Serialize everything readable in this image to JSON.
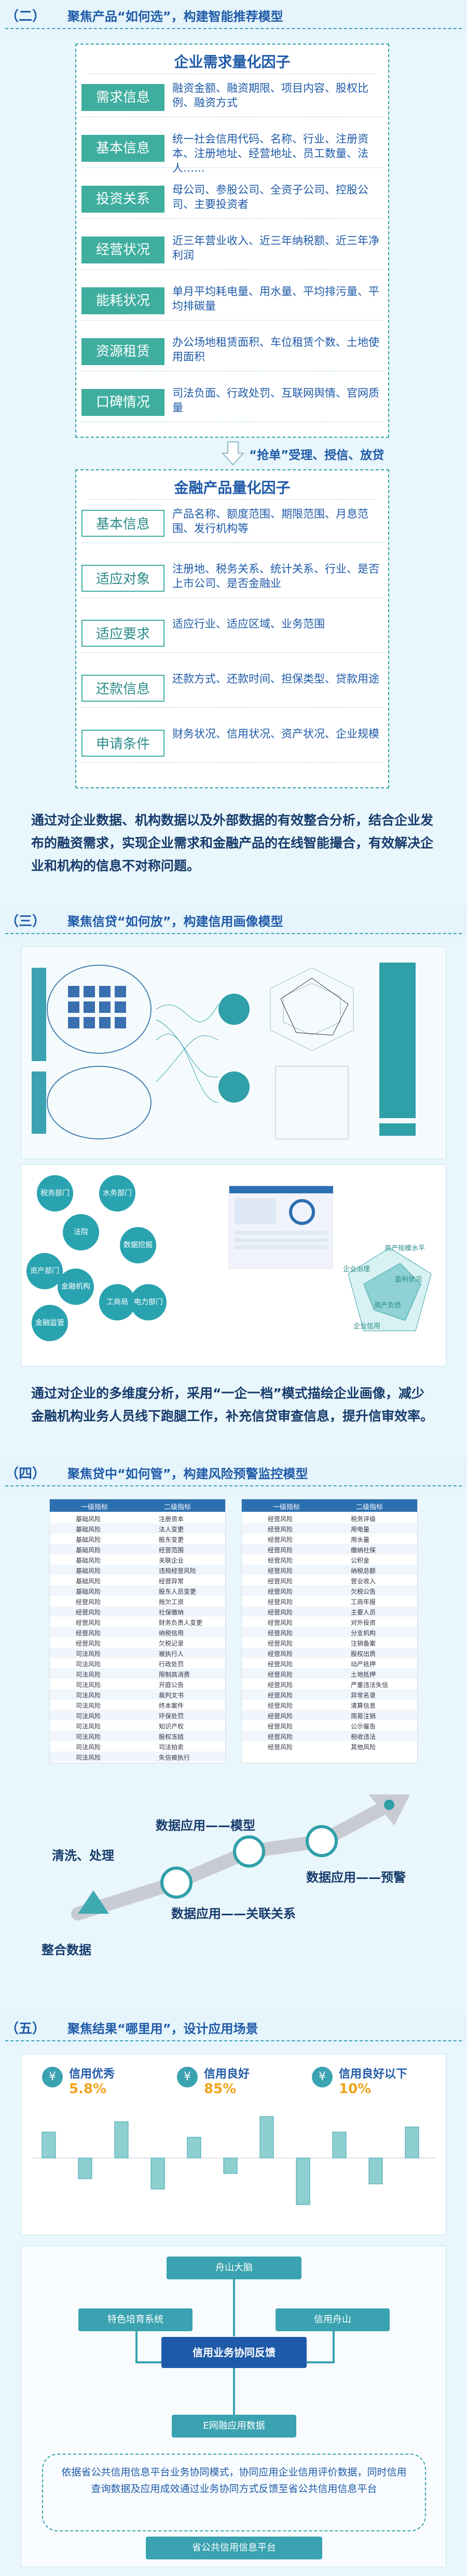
{
  "section2": {
    "number": "（二）",
    "title": "聚焦产品“如何选”，构建智能推荐模型",
    "enterprise_panel": {
      "title": "企业需求量化因子",
      "rows": [
        {
          "tag": "需求信息",
          "desc": "融资金额、融资期限、项目内容、股权比例、融资方式"
        },
        {
          "tag": "基本信息",
          "desc": "统一社会信用代码、名称、行业、注册资本、注册地址、经营地址、员工数量、法人……"
        },
        {
          "tag": "投资关系",
          "desc": "母公司、参股公司、全资子公司、控股公司、主要投资者"
        },
        {
          "tag": "经营状况",
          "desc": "近三年营业收入、近三年纳税额、近三年净利润"
        },
        {
          "tag": "能耗状况",
          "desc": "单月平均耗电量、用水量、平均排污量、平均排碳量"
        },
        {
          "tag": "资源租赁",
          "desc": "办公场地租赁面积、车位租赁个数、土地使用面积"
        },
        {
          "tag": "口碑情况",
          "desc": "司法负面、行政处罚、互联网舆情、官网质量"
        }
      ]
    },
    "arrow_label": "“抢单”受理、授信、放贷",
    "finance_panel": {
      "title": "金融产品量化因子",
      "rows": [
        {
          "tag": "基本信息",
          "desc": "产品名称、额度范围、期限范围、月息范围、发行机构等"
        },
        {
          "tag": "适应对象",
          "desc": "注册地、税务关系、统计关系、行业、是否上市公司、是否金融业"
        },
        {
          "tag": "适应要求",
          "desc": "适应行业、适应区域、业务范围"
        },
        {
          "tag": "还款信息",
          "desc": "还款方式、还款时间、担保类型、贷款用途"
        },
        {
          "tag": "申请条件",
          "desc": "财务状况、信用状况、资产状况、企业规模"
        }
      ]
    },
    "paragraph": "通过对企业数据、机构数据以及外部数据的有效整合分析，结合企业发布的融资需求，实现企业需求和金融产品的在线智能撮合，有效解决企业和机构的信息不对称问题。"
  },
  "section3": {
    "number": "（三）",
    "title": "聚焦信贷“如何放”，构建信用画像模型",
    "nodes": [
      "税务部门",
      "水务部门",
      "法院",
      "数据挖掘",
      "资产部门",
      "金融机构",
      "工商局",
      "金融监管",
      "电力部门"
    ],
    "radar_labels": [
      "资产规模水平",
      "盈利状况",
      "资产负债",
      "企业治理",
      "企业信用"
    ],
    "paragraph": "通过对企业的多维度分析，采用“一企一档”模式描绘企业画像，减少金融机构业务人员线下跑腿工作，补充信贷审查信息，提升信审效率。"
  },
  "section4": {
    "number": "（四）",
    "title": "聚焦贷中“如何管”，构建风险预警监控模型",
    "left_table": {
      "headers": [
        "一级指标",
        "二级指标"
      ],
      "rows": [
        [
          "基础风险",
          "注册资本"
        ],
        [
          "基础风险",
          "法人变更"
        ],
        [
          "基础风险",
          "股东变更"
        ],
        [
          "基础风险",
          "经营范围"
        ],
        [
          "基础风险",
          "关联企业"
        ],
        [
          "基础风险",
          "违规经营风险"
        ],
        [
          "基础风险",
          "经营异常"
        ],
        [
          "基础风险",
          "股东人员变更"
        ],
        [
          "经营风险",
          "拖欠工资"
        ],
        [
          "经营风险",
          "社保缴纳"
        ],
        [
          "经营风险",
          "财务负责人变更"
        ],
        [
          "经营风险",
          "纳税信用"
        ],
        [
          "经营风险",
          "欠税记录"
        ],
        [
          "司法风险",
          "被执行人"
        ],
        [
          "司法风险",
          "行政处罚"
        ],
        [
          "司法风险",
          "限制高消费"
        ],
        [
          "司法风险",
          "开庭公告"
        ],
        [
          "司法风险",
          "裁判文书"
        ],
        [
          "司法风险",
          "终本案件"
        ],
        [
          "司法风险",
          "环保处罚"
        ],
        [
          "司法风险",
          "知识产权"
        ],
        [
          "司法风险",
          "股权冻结"
        ],
        [
          "司法风险",
          "司法拍卖"
        ],
        [
          "司法风险",
          "失信被执行"
        ]
      ]
    },
    "right_table": {
      "headers": [
        "一级指标",
        "二级指标"
      ],
      "rows": [
        [
          "经营风险",
          "税务评级"
        ],
        [
          "经营风险",
          "用电量"
        ],
        [
          "经营风险",
          "用水量"
        ],
        [
          "经营风险",
          "缴纳社保"
        ],
        [
          "经营风险",
          "公积金"
        ],
        [
          "经营风险",
          "纳税总额"
        ],
        [
          "经营风险",
          "营业收入"
        ],
        [
          "经营风险",
          "欠税公告"
        ],
        [
          "经营风险",
          "工商年报"
        ],
        [
          "经营风险",
          "主要人员"
        ],
        [
          "经营风险",
          "对外投资"
        ],
        [
          "经营风险",
          "分支机构"
        ],
        [
          "经营风险",
          "注销备案"
        ],
        [
          "经营风险",
          "股权出质"
        ],
        [
          "经营风险",
          "动产抵押"
        ],
        [
          "经营风险",
          "土地抵押"
        ],
        [
          "经营风险",
          "严重违法失信"
        ],
        [
          "经营风险",
          "异常名录"
        ],
        [
          "经营风险",
          "清算信息"
        ],
        [
          "经营风险",
          "简易注销"
        ],
        [
          "经营风险",
          "公示催告"
        ],
        [
          "经营风险",
          "税收违法"
        ],
        [
          "经营风险",
          "其他风险"
        ]
      ]
    },
    "flow": {
      "step1": "整合数据",
      "step2": "清洗、处理",
      "step3": "数据应用——关联关系",
      "step4": "数据应用——模型",
      "step5": "数据应用——预警"
    }
  },
  "section5": {
    "number": "（五）",
    "title": "聚焦结果“哪里用”，设计应用场景",
    "metrics": [
      {
        "label": "信用优秀",
        "value": "5.8%"
      },
      {
        "label": "信用良好",
        "value": "85%"
      },
      {
        "label": "信用良好以下",
        "value": "10%"
      }
    ],
    "diagram": {
      "top": "舟山大脑",
      "left": "特色培育系统",
      "right": "信用舟山",
      "center": "信用业务协同反馈",
      "bottom": "E网融应用数据",
      "caption": "依据省公共信用信息平台业务协同模式，协同应用企业信用评价数据，同时信用查询数据及应用成效通过业务协同方式反馈至省公共信用信息平台",
      "footer": "省公共信用信息平台"
    }
  },
  "colors": {
    "accent": "#1f5aa8",
    "teal": "#3fae9f",
    "background": "#e9f6fb"
  }
}
